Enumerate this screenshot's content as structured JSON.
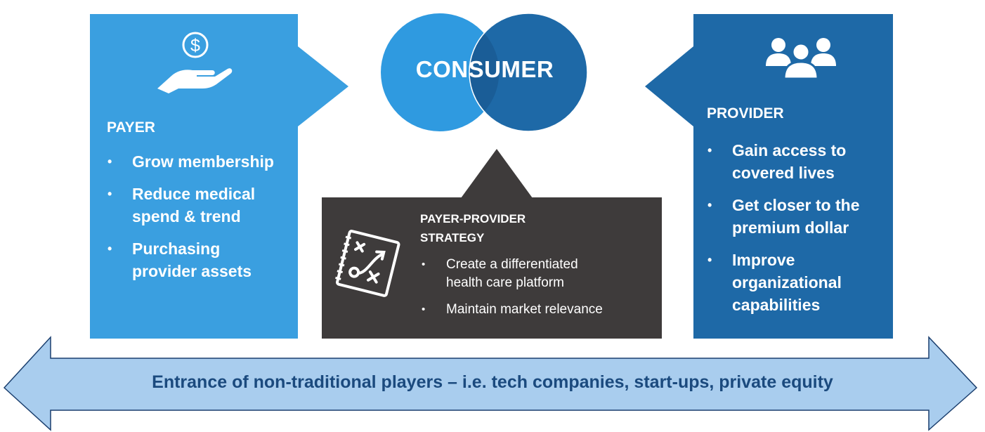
{
  "payer": {
    "title": "PAYER",
    "icon": "hand-dollar-icon",
    "color": "#3a9fe0",
    "bullet": "•",
    "items": [
      [
        "Grow membership"
      ],
      [
        "Reduce medical",
        "spend & trend"
      ],
      [
        "Purchasing",
        "provider assets"
      ]
    ]
  },
  "provider": {
    "title": "PROVIDER",
    "icon": "people-group-icon",
    "color": "#1e69a7",
    "bullet": "•",
    "items": [
      [
        "Gain access to",
        "covered lives"
      ],
      [
        "Get closer to the",
        "premium dollar"
      ],
      [
        "Improve",
        "organizational",
        "capabilities"
      ]
    ]
  },
  "consumer": {
    "label": "CONSUMER",
    "colors": [
      "#2f9ae0",
      "#1e69a7"
    ]
  },
  "strategy": {
    "title_line1": "PAYER-PROVIDER",
    "title_line2": "STRATEGY",
    "icon": "strategy-playbook-icon",
    "color": "#3e3b3b",
    "bullet": "•",
    "items": [
      [
        "Create a differentiated",
        "health care platform"
      ],
      [
        "Maintain market relevance"
      ]
    ]
  },
  "banner": {
    "text": "Entrance of non-traditional players – i.e. tech companies, start-ups, private equity",
    "color": "#a9cdee"
  }
}
